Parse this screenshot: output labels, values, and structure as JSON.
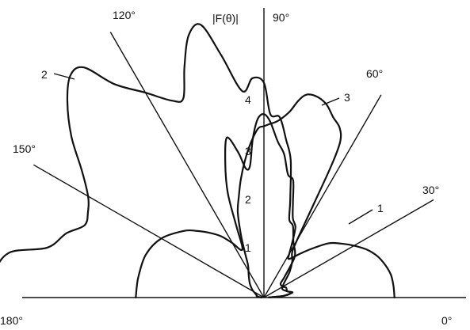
{
  "chart_data": {
    "type": "line",
    "coordinate_system": "polar",
    "angle_unit": "degrees",
    "angle_ticks": [
      "0°",
      "30°",
      "60°",
      "90°",
      "120°",
      "150°",
      "180°"
    ],
    "radial_ticks": [
      "1",
      "2",
      "3",
      "4"
    ],
    "radial_axis_label": "|F(θ)|",
    "radial_range": [
      0,
      5.8
    ],
    "series": [
      {
        "name": "1",
        "points": [
          [
            0,
            2.7
          ],
          [
            5,
            2.69
          ],
          [
            10,
            2.67
          ],
          [
            15,
            2.6
          ],
          [
            20,
            2.5
          ],
          [
            25,
            2.35
          ],
          [
            30,
            2.15
          ],
          [
            35,
            1.95
          ],
          [
            40,
            1.75
          ],
          [
            45,
            1.45
          ],
          [
            50,
            1.2
          ],
          [
            55,
            1.0
          ],
          [
            58,
            0.95
          ],
          [
            60,
            1.05
          ],
          [
            63,
            1.3
          ],
          [
            66,
            1.6
          ],
          [
            70,
            1.75
          ],
          [
            73,
            2.05
          ],
          [
            76,
            2.5
          ],
          [
            79,
            2.6
          ],
          [
            82,
            3.0
          ],
          [
            85,
            3.25
          ],
          [
            88,
            3.65
          ],
          [
            90,
            3.8
          ],
          [
            92,
            3.7
          ],
          [
            94,
            3.3
          ],
          [
            96,
            2.75
          ],
          [
            98,
            2.7
          ],
          [
            100,
            3.05
          ],
          [
            103,
            3.4
          ],
          [
            106,
            2.9
          ],
          [
            109,
            2.3
          ],
          [
            111,
            1.6
          ],
          [
            113,
            1.15
          ],
          [
            116,
            1.1
          ],
          [
            120,
            1.3
          ],
          [
            125,
            1.55
          ],
          [
            130,
            1.75
          ],
          [
            135,
            1.95
          ],
          [
            140,
            2.15
          ],
          [
            150,
            2.45
          ],
          [
            160,
            2.6
          ],
          [
            170,
            2.63
          ],
          [
            175,
            2.64
          ],
          [
            180,
            2.65
          ]
        ]
      },
      {
        "name": "2",
        "points": [
          [
            180,
            5.55
          ],
          [
            175,
            5.6
          ],
          [
            170,
            5.35
          ],
          [
            167,
            4.6
          ],
          [
            162,
            4.3
          ],
          [
            158,
            4.0
          ],
          [
            154,
            4.05
          ],
          [
            150,
            4.2
          ],
          [
            145,
            4.6
          ],
          [
            140,
            5.2
          ],
          [
            135,
            5.75
          ],
          [
            131,
            6.1
          ],
          [
            128,
            6.05
          ],
          [
            125,
            5.4
          ],
          [
            120,
            4.9
          ],
          [
            115,
            4.5
          ],
          [
            112,
            4.45
          ],
          [
            109,
            5.05
          ],
          [
            106,
            5.65
          ],
          [
            103,
            5.8
          ],
          [
            100,
            5.1
          ],
          [
            96,
            4.3
          ],
          [
            93,
            4.55
          ],
          [
            90,
            4.45
          ],
          [
            88,
            3.8
          ],
          [
            85,
            3.75
          ],
          [
            82,
            3.3
          ],
          [
            79,
            2.9
          ],
          [
            75,
            2.1
          ],
          [
            72,
            1.7
          ],
          [
            68,
            1.6
          ],
          [
            62,
            1.3
          ],
          [
            56,
            1.15
          ],
          [
            52,
            1.0
          ],
          [
            45,
            0.6
          ],
          [
            40,
            0.45
          ],
          [
            30,
            0.45
          ],
          [
            25,
            0.5
          ],
          [
            20,
            0.5
          ],
          [
            15,
            0.5
          ],
          [
            10,
            0.6
          ],
          [
            5,
            0.4
          ],
          [
            2,
            0.1
          ]
        ]
      },
      {
        "name": "3",
        "points": [
          [
            2,
            0.1
          ],
          [
            5,
            0.42
          ],
          [
            10,
            0.58
          ],
          [
            15,
            0.5
          ],
          [
            25,
            0.42
          ],
          [
            35,
            0.5
          ],
          [
            45,
            0.75
          ],
          [
            52,
            0.95
          ],
          [
            58,
            1.1
          ],
          [
            60,
            1.35
          ],
          [
            62,
            2.2
          ],
          [
            63,
            3.1
          ],
          [
            64,
            3.6
          ],
          [
            66,
            3.85
          ],
          [
            69,
            4.0
          ],
          [
            72,
            4.2
          ],
          [
            75,
            4.3
          ],
          [
            78,
            4.3
          ],
          [
            80,
            4.15
          ],
          [
            82,
            3.9
          ],
          [
            84,
            3.75
          ],
          [
            86,
            3.65
          ],
          [
            88,
            3.6
          ],
          [
            90,
            3.55
          ],
          [
            92,
            3.5
          ],
          [
            95,
            3.2
          ],
          [
            98,
            2.85
          ],
          [
            101,
            2.5
          ],
          [
            104,
            2.15
          ],
          [
            107,
            1.85
          ],
          [
            110,
            1.4
          ],
          [
            113,
            1.0
          ],
          [
            116,
            0.75
          ],
          [
            122,
            0.6
          ],
          [
            128,
            0.5
          ],
          [
            136,
            0.4
          ],
          [
            145,
            0.3
          ],
          [
            155,
            0.2
          ],
          [
            165,
            0.15
          ],
          [
            170,
            0.15
          ],
          [
            180,
            0.05
          ]
        ]
      }
    ]
  }
}
